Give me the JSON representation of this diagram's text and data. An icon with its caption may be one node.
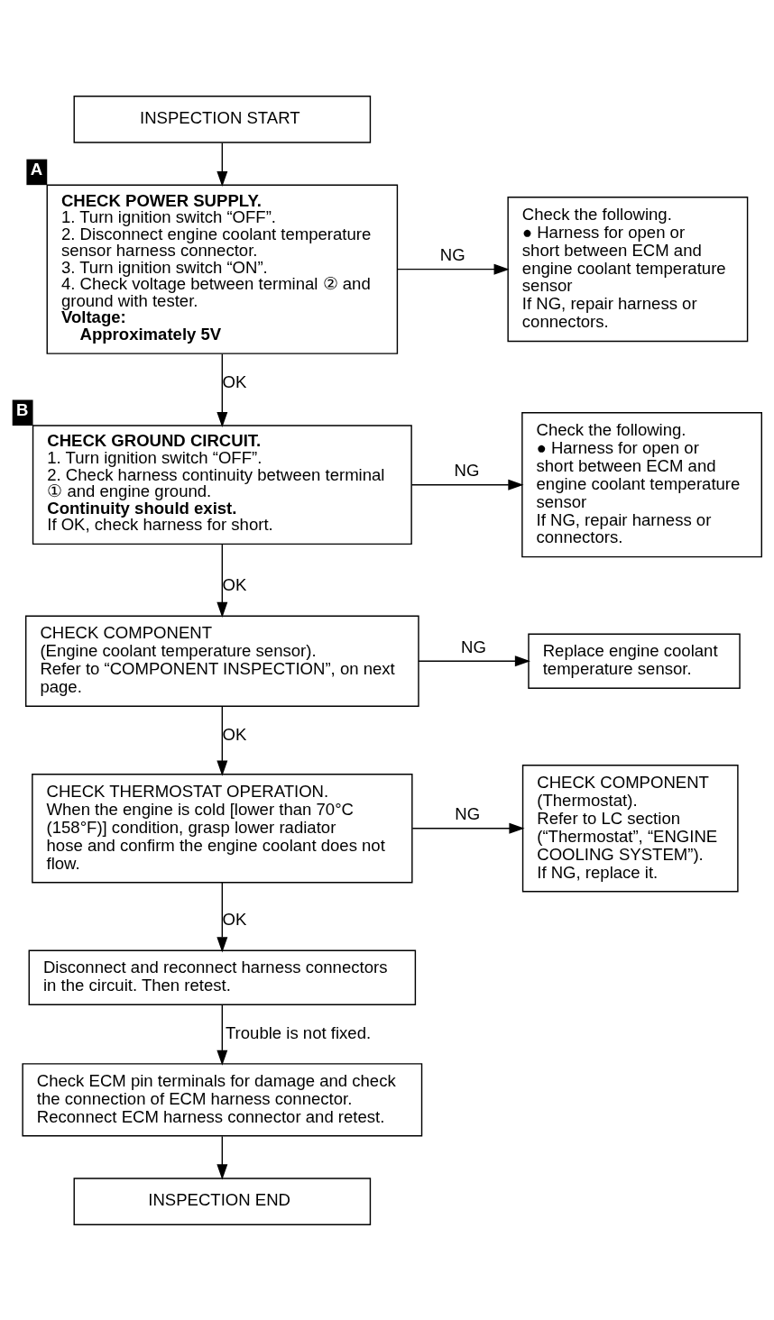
{
  "diagram": {
    "nodes": [
      {
        "text": [
          "INSPECTION START"
        ]
      },
      {
        "text": [
          "CHECK POWER SUPPLY.",
          "1. Turn ignition switch “OFF”.",
          "2. Disconnect engine coolant temperature sensor harness connector.",
          "3. Turn ignition switch “ON”.",
          "4. Check voltage between terminal ② and ground with tester.",
          "Voltage:",
          "Approximately 5V"
        ],
        "beside": [
          "A"
        ]
      },
      {
        "text": [
          "Check the following.",
          "● Harness for open or short between ECM and engine coolant temperature sensor",
          "If NG, repair harness or connectors."
        ]
      },
      {
        "text": [
          "CHECK GROUND CIRCUIT.",
          "1. Turn ignition switch “OFF”.",
          "2. Check harness continuity between terminal ① and engine ground.",
          "Continuity should exist.",
          "If OK, check harness for short."
        ],
        "beside": [
          "B"
        ]
      },
      {
        "text": [
          "Check the following.",
          "● Harness for open or short between ECM and engine coolant temperature sensor",
          "If NG, repair harness or connectors."
        ]
      },
      {
        "text": [
          "CHECK COMPONENT",
          "(Engine coolant temperature sensor).",
          "Refer to “COMPONENT INSPECTION”, on next page."
        ]
      },
      {
        "text": [
          "Replace engine coolant temperature sensor."
        ]
      },
      {
        "text": [
          "CHECK THERMOSTAT OPERATION.",
          "When the engine is cold [lower than 70°C (158°F)] condition, grasp lower radiator hose and confirm the engine coolant does not flow."
        ]
      },
      {
        "text": [
          "CHECK COMPONENT",
          "(Thermostat).",
          "Refer to LC section (“Thermostat”, “ENGINE COOLING SYSTEM”).",
          "If NG, replace it."
        ]
      },
      {
        "text": [
          "Disconnect and reconnect harness connectors in the circuit. Then retest."
        ]
      },
      {
        "text": [
          "Check ECM pin terminals for damage and check the connection of ECM harness connector. Reconnect ECM harness connector and retest."
        ]
      },
      {
        "text": [
          "INSPECTION END"
        ]
      }
    ],
    "edges": [
      {
        "from": 0,
        "to": 1,
        "arrow": "to"
      },
      {
        "from": 1,
        "to": 2,
        "arrow": "to",
        "label": "NG"
      },
      {
        "from": 1,
        "to": 3,
        "arrow": "to",
        "label": "OK"
      },
      {
        "from": 3,
        "to": 4,
        "arrow": "to",
        "label": "NG"
      },
      {
        "from": 3,
        "to": 5,
        "arrow": "to",
        "label": "OK"
      },
      {
        "from": 5,
        "to": 6,
        "arrow": "to",
        "label": "NG"
      },
      {
        "from": 5,
        "to": 7,
        "arrow": "to",
        "label": "OK"
      },
      {
        "from": 7,
        "to": 8,
        "arrow": "to",
        "label": "NG"
      },
      {
        "from": 7,
        "to": 9,
        "arrow": "to",
        "label": "OK"
      },
      {
        "from": 9,
        "to": 10,
        "arrow": "to",
        "label": "Trouble is not fixed."
      },
      {
        "from": 10,
        "to": 11,
        "arrow": "to"
      }
    ]
  }
}
